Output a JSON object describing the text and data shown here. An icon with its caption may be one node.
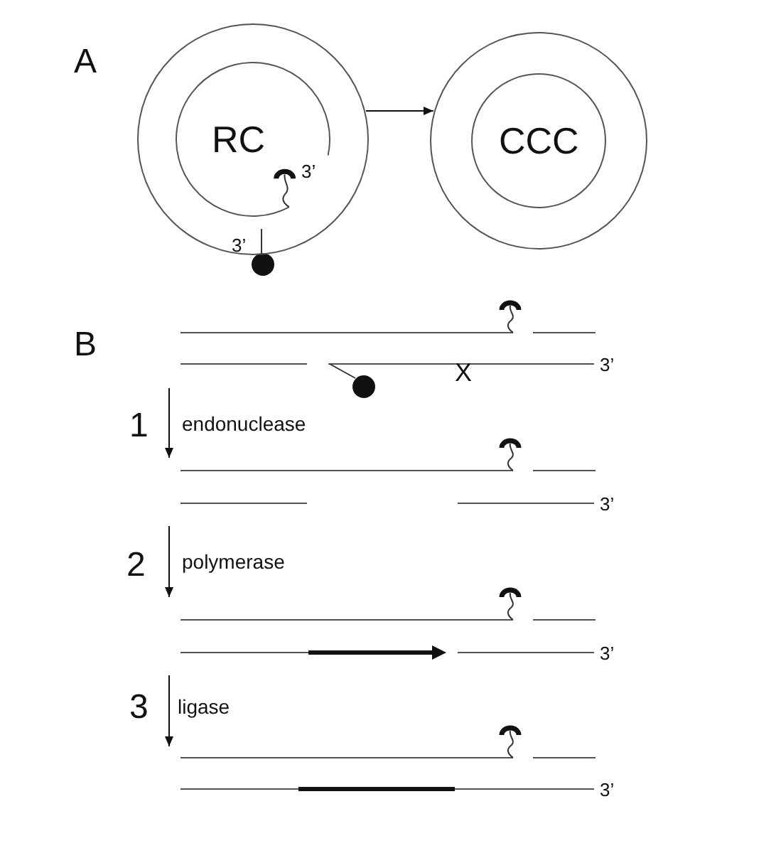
{
  "diagram": {
    "nodes": [
      {
        "text": [
          "RC"
        ]
      },
      {
        "text": [
          "CCC"
        ]
      }
    ],
    "edges": [
      {
        "from": 0,
        "to": 1,
        "arrow": "to"
      }
    ],
    "labels": [
      "A",
      "3’",
      "3’",
      "B",
      "X",
      "3’",
      "1",
      "endonuclease",
      "3’",
      "2",
      "polymerase",
      "3’",
      "3",
      "ligase",
      "3’"
    ]
  }
}
